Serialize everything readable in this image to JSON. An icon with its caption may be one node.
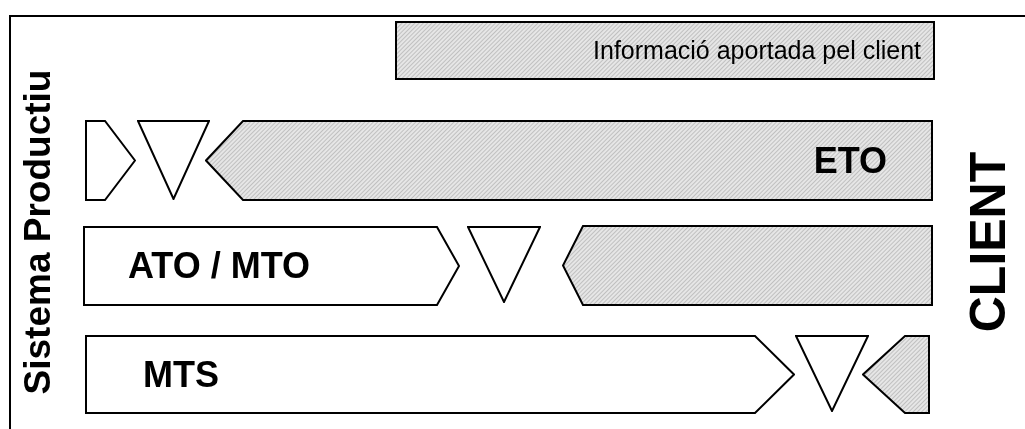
{
  "diagram": {
    "nodes": [
      {
        "text": [
          "Informació aportada pel client"
        ]
      },
      {
        "text": [],
        "shape": "arrow"
      },
      {
        "text": [],
        "shape": "triangle"
      },
      {
        "text": [
          "ETO"
        ]
      },
      {
        "text": [
          "ATO / MTO"
        ]
      },
      {
        "text": [],
        "shape": "triangle"
      },
      {
        "text": [],
        "shape": "arrow"
      },
      {
        "text": [
          "MTS"
        ]
      },
      {
        "text": [],
        "shape": "triangle"
      },
      {
        "text": [],
        "shape": "arrow"
      }
    ],
    "edges": [],
    "labels": [
      "Sistema Productiu",
      "CLIENT"
    ]
  }
}
